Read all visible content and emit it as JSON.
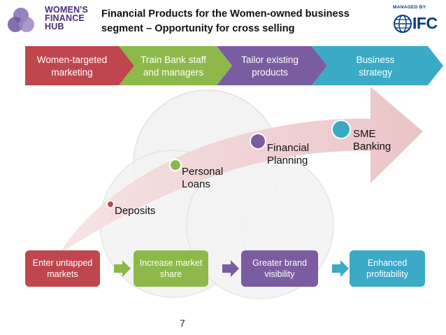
{
  "header": {
    "logo_lines": [
      "WOMEN'S",
      "FINANCE",
      "HUB"
    ],
    "title_line1": "Financial Products for the Women-owned business",
    "title_line2": "segment – Opportunity for cross selling",
    "managed_by": "MANAGED BY",
    "ifc": "IFC"
  },
  "top_chevrons": [
    {
      "line1": "Women-targeted",
      "line2": "marketing",
      "color": "#c0464e"
    },
    {
      "line1": "Train Bank staff",
      "line2": "and managers",
      "color": "#8db94a"
    },
    {
      "line1": "Tailor existing",
      "line2": "products",
      "color": "#7a5ca0"
    },
    {
      "line1": "Business",
      "line2": "strategy",
      "color": "#3aaac6"
    }
  ],
  "products": [
    {
      "line1": "Deposits",
      "line2": "",
      "color": "#c0464e"
    },
    {
      "line1": "Personal",
      "line2": "Loans",
      "color": "#8db94a"
    },
    {
      "line1": "Financial",
      "line2": "Planning",
      "color": "#7a5ca0"
    },
    {
      "line1": "SME",
      "line2": "Banking",
      "color": "#3aaac6"
    }
  ],
  "outcomes": [
    {
      "line1": "Enter untapped",
      "line2": "markets",
      "color": "#c0464e"
    },
    {
      "line1": "Increase market",
      "line2": "share",
      "color": "#8db94a"
    },
    {
      "line1": "Greater brand",
      "line2": "visibility",
      "color": "#7a5ca0"
    },
    {
      "line1": "Enhanced",
      "line2": "profitability",
      "color": "#3aaac6"
    }
  ],
  "page_number": "7"
}
